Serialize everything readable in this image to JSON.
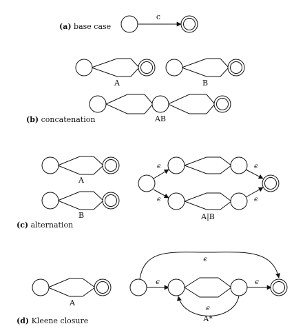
{
  "colors": {
    "stroke": "#111111",
    "background": "#ffffff"
  },
  "captions": {
    "a": {
      "tag": "(a)",
      "text": "base case"
    },
    "b": {
      "tag": "(b)",
      "text": "concatenation"
    },
    "c": {
      "tag": "(c)",
      "text": "alternation"
    },
    "d": {
      "tag": "(d)",
      "text": "Kleene closure"
    }
  },
  "labels": {
    "base_edge": "c",
    "b_left": "A",
    "b_right": "B",
    "b_concat": "AB",
    "c_top": "A",
    "c_bottom": "B",
    "c_union": "A|B",
    "d_left": "A",
    "d_star": "A*",
    "epsilon": "ϵ"
  }
}
